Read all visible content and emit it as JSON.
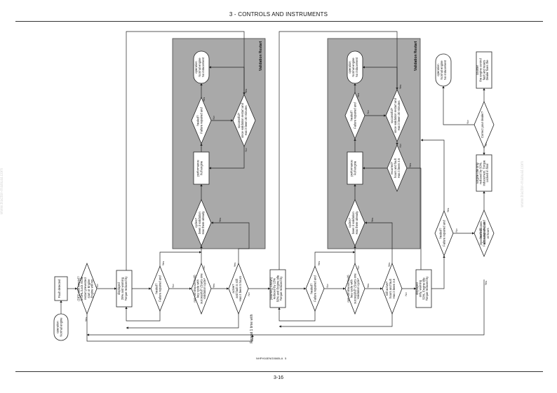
{
  "header": {
    "title": "3 - CONTROLS AND INSTRUMENTS"
  },
  "footer": {
    "page": "3-16",
    "figure_code": "NHPH16ENG0665LA",
    "figure_num": "5"
  },
  "watermark": {
    "left": "www.tractor-manual.com",
    "right": "www.tractor-manual.com"
  },
  "flow": {
    "nodes": [
      {
        "id": "n1",
        "text": [
          "Normal engine",
          "operation"
        ]
      },
      {
        "id": "n2",
        "text": [
          "Fault detected"
        ]
      },
      {
        "id": "n3",
        "text": [
          "Engine will not",
          "start or Engine",
          "restart prevented",
          "in DRL/Lock mode",
          "(DEF tank empty)?"
        ]
      },
      {
        "id": "n4",
        "text": [
          "Torque reduced by",
          "25% and warning",
          "displayed"
        ]
      },
      {
        "id": "n5",
        "text": [
          "Failure repaired and",
          "healed?"
        ]
      },
      {
        "id": "n6",
        "text": [
          "Validation cycle*",
          "successful? (Starts one",
          "key cycle with",
          "non-continuous fault)"
        ]
      },
      {
        "id": "n7",
        "text": [
          "Has it been 5 hours",
          "and fault is still",
          "active?"
        ]
      },
      {
        "id": "n8",
        "text": [
          "Torque reduced by",
          "50% and Engine idle",
          "reduced by 15%",
          "(Warning Shown)"
        ]
      },
      {
        "id": "n9",
        "text": [
          "Failure repaired and",
          "healed?"
        ]
      },
      {
        "id": "n10",
        "text": [
          "Validation cycle*",
          "successful? (Starts one",
          "key cycle with",
          "non-continuous fault)"
        ]
      },
      {
        "id": "n11",
        "text": [
          "Has it been 3.5",
          "hours and fault",
          "still active?"
        ]
      },
      {
        "id": "n12",
        "text": [
          "Torque reduced by",
          "50%, Engine idle",
          "only, warning",
          "displayed"
        ]
      },
      {
        "id": "n13",
        "text": [
          "Failure repaired and",
          "healed?"
        ]
      },
      {
        "id": "n14",
        "text": [
          "Has there already",
          "been 3 validation",
          "cycles?"
        ]
      },
      {
        "id": "n15",
        "text": [
          "Full engine",
          "performance"
        ]
      },
      {
        "id": "n16",
        "text": [
          "Failure repaired and",
          "healed?"
        ]
      },
      {
        "id": "n17",
        "text": [
          "Has it been 30 minutes",
          "since validation restart and",
          "successful?"
        ]
      },
      {
        "id": "n18",
        "text": [
          "No inducement",
          "Normal engine",
          "operation"
        ]
      },
      {
        "id": "n19",
        "text": [
          "Has there already",
          "been 3 validation",
          "cycles?"
        ]
      },
      {
        "id": "n20",
        "text": [
          "Full engine",
          "performance"
        ]
      },
      {
        "id": "n21",
        "text": [
          "Failure repaired and",
          "healed?"
        ]
      },
      {
        "id": "n22",
        "text": [
          "Has it been 30 minutes",
          "since validation restart and",
          "successful?"
        ]
      },
      {
        "id": "n23",
        "text": [
          "Has it been 3.5",
          "hours and fault",
          "recurred?"
        ]
      },
      {
        "id": "n24",
        "text": [
          "No inducement",
          "Normal engine",
          "operation"
        ]
      },
      {
        "id": "n25",
        "text": [
          "Failure repaired and",
          "healed?"
        ]
      },
      {
        "id": "n26",
        "text": [
          "Operator indicates",
          "activation of Lock",
          "at hours"
        ]
      },
      {
        "id": "n27",
        "text": [
          "Locked in final",
          "inducement. Torque",
          "reduced by 50%.",
          "Engine idle only"
        ]
      },
      {
        "id": "n28",
        "text": [
          "Correct your dealer?"
        ]
      },
      {
        "id": "n29",
        "text": [
          "Dealer fixes the",
          "fault and resets",
          "the engine control",
          "counter"
        ]
      },
      {
        "id": "n30",
        "text": [
          "No inducement",
          "Normal engine",
          "operation"
        ]
      }
    ],
    "regions": [
      {
        "id": "r1",
        "label": "Validation Restart"
      },
      {
        "id": "r2",
        "label": "Validation Restart"
      }
    ],
    "edge_labels": {
      "yes": "Yes",
      "no": "No"
    },
    "bottom_note": "Repeat 1 time with"
  }
}
